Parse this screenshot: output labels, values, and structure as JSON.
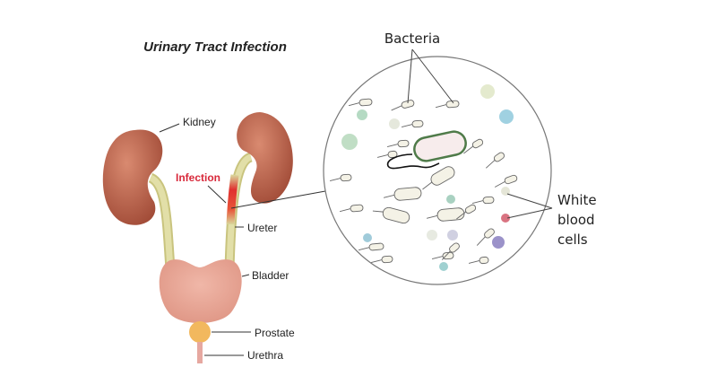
{
  "title": "Urinary Tract Infection",
  "labels": {
    "kidney": "Kidney",
    "infection": "Infection",
    "ureter": "Ureter",
    "bladder": "Bladder",
    "prostate": "Prostate",
    "urethra": "Urethra",
    "bacteria": "Bacteria",
    "white_blood_cells": [
      "White",
      "blood",
      "cells"
    ]
  },
  "colors": {
    "kidney": "#b8614a",
    "ureter": "#d9d69a",
    "bladder": "#e9a596",
    "prostate": "#f2b85e",
    "infection": "#d8283a",
    "bacterium_outline": "#5f8a5a"
  }
}
